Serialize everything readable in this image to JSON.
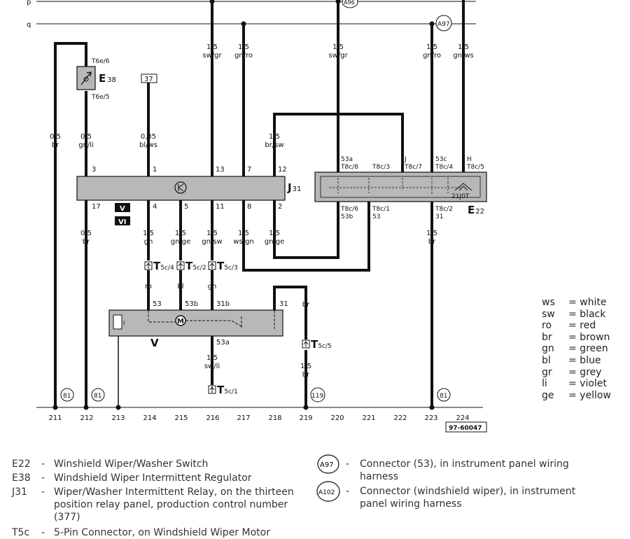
{
  "page": {
    "doc_number": "97-60047"
  },
  "rails": {
    "p": "p",
    "q": "q"
  },
  "components": {
    "e38": {
      "label": "E",
      "sub": "38",
      "pin_top": "T6e/6",
      "pin_bottom": "T6e/5"
    },
    "j31": {
      "label": "J",
      "sub": "31"
    },
    "e22": {
      "label": "E",
      "sub": "22",
      "code": "21J0T",
      "pins_top": [
        "53a",
        "T8c/8",
        "T8c/3",
        "J",
        "T8c/7",
        "53c",
        "T8c/4",
        "H",
        "T8c/5"
      ],
      "pins_bottom": [
        "T8c/6",
        "53b",
        "T8c/1",
        "53",
        "T8c/2",
        "31"
      ]
    },
    "v": {
      "label": "V"
    },
    "ref37": "37",
    "tag_v": "V",
    "tag_vi": "VI"
  },
  "wire_labels": {
    "w1": [
      "0,5",
      "br"
    ],
    "w2": [
      "0,5",
      "gn/li"
    ],
    "w3": [
      "0,35",
      "bl/ws"
    ],
    "w4": [
      "1,5",
      "sw/gr"
    ],
    "w5": [
      "1,5",
      "gn/ro"
    ],
    "w6": [
      "1,5",
      "sw/gr"
    ],
    "w7": [
      "1,5",
      "gn/ro"
    ],
    "w8": [
      "1,5",
      "gn/ws"
    ],
    "w9": [
      "1,5",
      "br/sw"
    ],
    "b1": [
      "0,5",
      "br"
    ],
    "b2": [
      "1,5",
      "gn"
    ],
    "b3": [
      "1,5",
      "gn/ge"
    ],
    "b4": [
      "1,5",
      "gn/sw"
    ],
    "b5": [
      "1,5",
      "ws/gn"
    ],
    "b6": [
      "1,5",
      "gn/ge"
    ],
    "b7": [
      "1,5",
      "br"
    ],
    "b8": [
      "1,5",
      "sw/li"
    ],
    "b9": [
      "1,5",
      "br"
    ]
  },
  "pin_numbers": {
    "j3": "3",
    "j1": "1",
    "j13": "13",
    "j7": "7",
    "j12": "12",
    "j17": "17",
    "j4": "4",
    "j5": "5",
    "j11": "11",
    "j8": "8",
    "j2": "2",
    "m53": "53",
    "m53b": "53b",
    "m31b": "31b",
    "m31": "31",
    "m53a": "53a"
  },
  "connectors": {
    "t5c4": {
      "t": "T",
      "s": "5c/4"
    },
    "t5c2": {
      "t": "T",
      "s": "5c/2"
    },
    "t5c3": {
      "t": "T",
      "s": "5c/3"
    },
    "t5c5": {
      "t": "T",
      "s": "5c/5"
    },
    "t5c1": {
      "t": "T",
      "s": "5c/1"
    },
    "wire_ro": "ro",
    "wire_bl": "bl",
    "wire_gn": "gn",
    "wire_br": "br"
  },
  "ground_refs": {
    "g1": "81",
    "g2": "81",
    "g3": "119",
    "g4": "81",
    "a97": "A97",
    "a96": "A96"
  },
  "track_numbers": [
    "211",
    "212",
    "213",
    "214",
    "215",
    "216",
    "217",
    "218",
    "219",
    "220",
    "221",
    "222",
    "223",
    "224"
  ],
  "color_legend": [
    {
      "abbr": "ws",
      "name": "= white"
    },
    {
      "abbr": "sw",
      "name": "= black"
    },
    {
      "abbr": "ro",
      "name": "= red"
    },
    {
      "abbr": "br",
      "name": "= brown"
    },
    {
      "abbr": "gn",
      "name": "= green"
    },
    {
      "abbr": "bl",
      "name": "= blue"
    },
    {
      "abbr": "gr",
      "name": "= grey"
    },
    {
      "abbr": "li",
      "name": "= violet"
    },
    {
      "abbr": "ge",
      "name": "= yellow"
    }
  ],
  "component_legend": [
    {
      "code": "E22",
      "dash": "-",
      "desc": "Winshield Wiper/Washer Switch"
    },
    {
      "code": "E38",
      "dash": "-",
      "desc": "Windshield Wiper Intermittent Regulator"
    },
    {
      "code": "J31",
      "dash": "-",
      "desc": "Wiper/Washer Intermittent Relay, on the thirteen position relay panel, production control number (377)"
    },
    {
      "code": "T5c",
      "dash": "-",
      "desc": "5-Pin Connector, on Windshield Wiper Motor"
    }
  ],
  "connector_legend": [
    {
      "symbol": "A97",
      "dash": "-",
      "desc": "Connector (53), in instrument panel wiring harness"
    },
    {
      "symbol": "A102",
      "dash": "-",
      "desc": "Connector (windshield wiper), in instrument panel wiring harness"
    }
  ]
}
